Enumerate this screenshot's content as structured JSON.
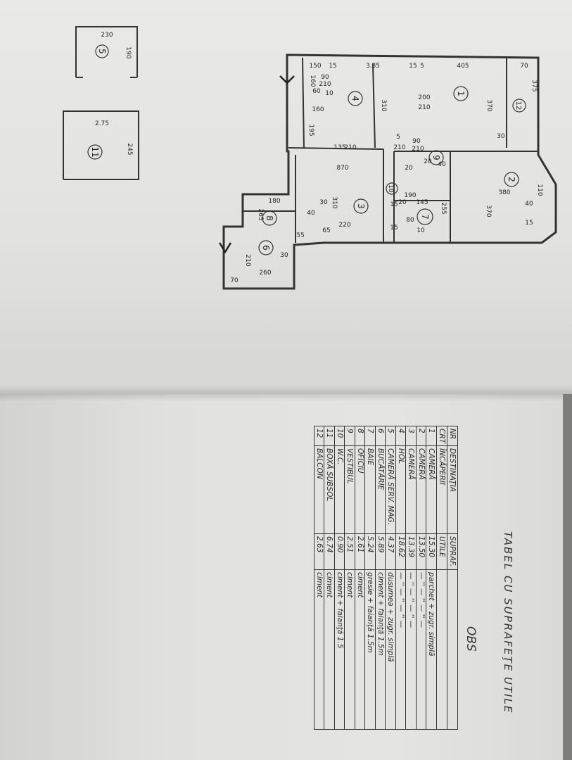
{
  "plan": {
    "rooms": [
      {
        "n": "1"
      },
      {
        "n": "2"
      },
      {
        "n": "3"
      },
      {
        "n": "4"
      },
      {
        "n": "5"
      },
      {
        "n": "6"
      },
      {
        "n": "7"
      },
      {
        "n": "8"
      },
      {
        "n": "9"
      },
      {
        "n": "10"
      },
      {
        "n": "11"
      },
      {
        "n": "12"
      }
    ],
    "dims": [
      "230",
      "190",
      "2.75",
      "245",
      "150",
      "15",
      "3.85",
      "15",
      "5",
      "405",
      "70",
      "90",
      "210",
      "160",
      "60",
      "10",
      "200",
      "210",
      "370",
      "310",
      "375",
      "160",
      "195",
      "30",
      "135",
      "210",
      "5",
      "210",
      "90",
      "210",
      "20",
      "870",
      "20",
      "40",
      "110",
      "380",
      "180",
      "310",
      "190",
      "255",
      "370",
      "265",
      "65",
      "15",
      "20",
      "40",
      "220",
      "55",
      "80",
      "15",
      "15",
      "210",
      "260",
      "30",
      "70",
      "30",
      "145",
      "40",
      "10"
    ]
  },
  "table": {
    "title": "TABEL CU SUPRAFEŢE UTILE",
    "obs": "OBS",
    "header": [
      [
        "NR",
        "DESTINAŢIA",
        "SUPRAF.",
        ""
      ],
      [
        "CRT",
        "ÎNCĂPERII",
        "UTILE",
        ""
      ]
    ],
    "rows": [
      [
        "1",
        "CAMERĂ",
        "15.30",
        "parchet + zugr. simplă"
      ],
      [
        "2",
        "CAMERĂ",
        "13.50",
        "— '' — '' — '' —"
      ],
      [
        "3",
        "CAMERĂ",
        "13.39",
        "— '' — '' — '' —"
      ],
      [
        "4",
        "HOL",
        "18.62",
        "— '' — '' — '' —"
      ],
      [
        "5",
        "CAMERĂ SERV. MAG.",
        "4.37",
        "dusumea + zugr. simplă"
      ],
      [
        "6",
        "BUCĂTĂRIE",
        "5.89",
        "ciment + faianţă 1.5m"
      ],
      [
        "7",
        "BAIE",
        "5.24",
        "gresie + faianţă 1.5m"
      ],
      [
        "8",
        "OFICIU",
        "2.61",
        "ciment"
      ],
      [
        "9",
        "VESTIBUL",
        "2.51",
        "ciment"
      ],
      [
        "10",
        "W.C.",
        "0.90",
        "ciment + faianţă 1.5"
      ],
      [
        "11",
        "BOXĂ SUBSOL",
        "6.74",
        "ciment"
      ],
      [
        "12",
        "BALCON",
        "2.63",
        "ciment"
      ]
    ]
  }
}
